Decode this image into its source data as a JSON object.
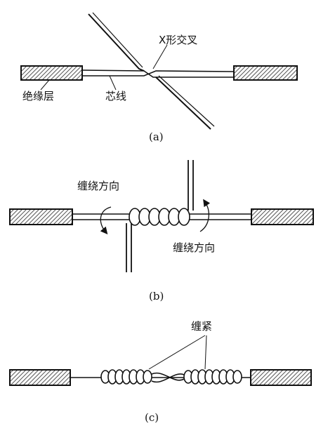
{
  "panel_a": {
    "label_cross": "X形交叉",
    "label_insulation": "绝缘层",
    "label_core": "芯线",
    "caption": "(a)"
  },
  "panel_b": {
    "label_wind_left": "缠绕方向",
    "label_wind_right": "缠绕方向",
    "caption": "(b)"
  },
  "panel_c": {
    "label_tighten": "缠紧",
    "caption": "(c)"
  },
  "colors": {
    "ink": "#111111",
    "hatch": "#555555",
    "background": "#ffffff"
  }
}
